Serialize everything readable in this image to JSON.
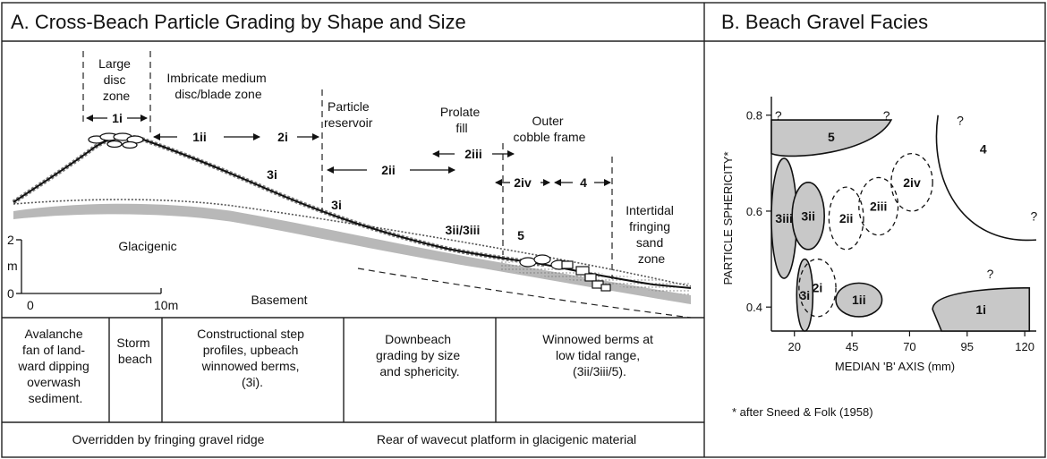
{
  "panel_a": {
    "title": "A. Cross-Beach Particle Grading by Shape and Size",
    "zones": {
      "large_disc": [
        "Large",
        "disc",
        "zone"
      ],
      "imbricate": [
        "Imbricate medium",
        "disc/blade zone"
      ],
      "reservoir": [
        "Particle",
        "reservoir"
      ],
      "prolate": [
        "Prolate",
        "fill"
      ],
      "outer": [
        "Outer",
        "cobble frame"
      ],
      "intertidal": [
        "Intertidal",
        "fringing",
        "sand",
        "zone"
      ]
    },
    "arrows": {
      "z1i": "1i",
      "z1ii": "1ii",
      "z2i": "2i",
      "z2ii": "2ii",
      "z2iii": "2iii",
      "z2iv": "2iv",
      "z4": "4"
    },
    "profile_labels": {
      "p3i_a": "3i",
      "p3i_b": "3i",
      "p3ii": "3ii/3iii",
      "p5": "5"
    },
    "materials": {
      "glacigenic": "Glacigenic",
      "basement": "Basement"
    },
    "scale": {
      "v2": "2",
      "m": "m",
      "v0": "0",
      "h0": "0",
      "h10": "10m"
    },
    "table": {
      "cells": [
        [
          "Avalanche",
          "fan of land-",
          "ward dipping",
          "overwash",
          "sediment."
        ],
        [
          "Storm",
          "beach"
        ],
        [
          "Constructional step",
          "profiles, upbeach",
          "winnowed berms,",
          "(3i)."
        ],
        [
          "Downbeach",
          "grading by size",
          "and sphericity."
        ],
        [
          "Winnowed berms at",
          "low tidal range,",
          "(3ii/3iii/5)."
        ]
      ],
      "footer_left": "Overridden by fringing gravel ridge",
      "footer_right": "Rear of wavecut platform in glacigenic material"
    }
  },
  "panel_b": {
    "title": "B. Beach Gravel Facies",
    "footnote": "* after Sneed & Folk (1958)"
  },
  "chart_data": {
    "type": "scatter",
    "title": "B. Beach Gravel Facies",
    "xlabel": "MEDIAN 'B' AXIS (mm)",
    "ylabel": "PARTICLE SPHERICITY*",
    "xlim": [
      10,
      125
    ],
    "ylim": [
      0.35,
      0.82
    ],
    "xticks": [
      "20",
      "45",
      "70",
      "95",
      "120"
    ],
    "yticks": [
      "0.8",
      "0.6",
      "0.4"
    ],
    "fields": [
      {
        "label": "5",
        "x_range": [
          10,
          62
        ],
        "y_range": [
          0.72,
          0.79
        ],
        "shaded": true,
        "uncertain_boundary": true
      },
      {
        "label": "3iii",
        "x_range": [
          10,
          21
        ],
        "y_range": [
          0.46,
          0.71
        ],
        "shaded": true
      },
      {
        "label": "3ii",
        "x_range": [
          19,
          33
        ],
        "y_range": [
          0.52,
          0.66
        ],
        "shaded": true
      },
      {
        "label": "3i",
        "x_range": [
          21,
          28
        ],
        "y_range": [
          0.35,
          0.5
        ],
        "shaded": true
      },
      {
        "label": "2i",
        "x_range": [
          22,
          38
        ],
        "y_range": [
          0.38,
          0.5
        ],
        "shaded": false
      },
      {
        "label": "2ii",
        "x_range": [
          35,
          50
        ],
        "y_range": [
          0.52,
          0.65
        ],
        "shaded": false
      },
      {
        "label": "2iii",
        "x_range": [
          48,
          65
        ],
        "y_range": [
          0.55,
          0.67
        ],
        "shaded": false
      },
      {
        "label": "2iv",
        "x_range": [
          62,
          80
        ],
        "y_range": [
          0.6,
          0.72
        ],
        "shaded": false
      },
      {
        "label": "1ii",
        "x_range": [
          38,
          58
        ],
        "y_range": [
          0.38,
          0.45
        ],
        "shaded": true
      },
      {
        "label": "1i",
        "x_range": [
          80,
          122
        ],
        "y_range": [
          0.35,
          0.44
        ],
        "shaded": true,
        "uncertain_boundary": true
      },
      {
        "label": "4",
        "x_range": [
          80,
          125
        ],
        "y_range": [
          0.54,
          0.8
        ],
        "shaded": false,
        "uncertain_boundary": true
      }
    ],
    "annotations": [
      "?"
    ]
  }
}
